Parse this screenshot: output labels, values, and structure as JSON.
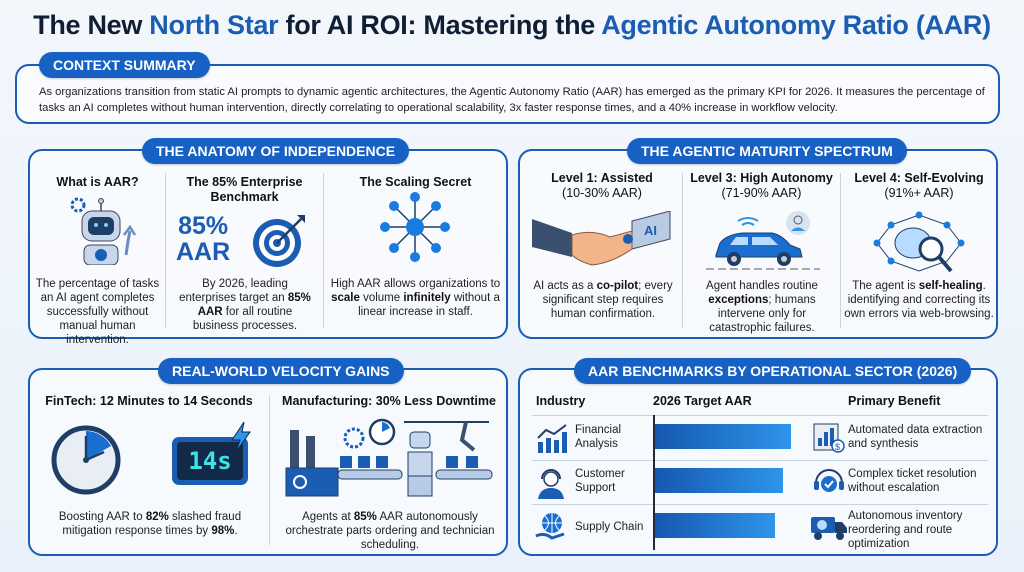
{
  "title": {
    "part1": "The New ",
    "highlight1": "North Star",
    "part2": " for AI ROI: Mastering the ",
    "highlight2": "Agentic Autonomy Ratio (AAR)"
  },
  "context_summary": {
    "label": "CONTEXT SUMMARY",
    "text": "As organizations transition from static AI prompts to dynamic agentic architectures, the Agentic Autonomy Ratio (AAR) has emerged as the primary KPI for 2026. It measures the percentage of tasks an AI completes without human intervention, directly correlating to operational scalability, 3x faster response times, and a 40% increase in workflow velocity."
  },
  "anatomy": {
    "label": "THE ANATOMY OF INDEPENDENCE",
    "cols": [
      {
        "title": "What is AAR?",
        "icon": "robot-icon",
        "desc_pre": "The percentage of tasks an AI agent completes successfully without manual human intervention.",
        "desc_bold": "",
        "desc_post": ""
      },
      {
        "title": "The 85% Enterprise Benchmark",
        "big_value": "85%",
        "big_label": "AAR",
        "icon": "target-icon",
        "desc_pre": "By 2026, leading enterprises target an ",
        "desc_bold": "85% AAR",
        "desc_post": " for all routine business processes."
      },
      {
        "title": "The Scaling Secret",
        "icon": "network-hub-icon",
        "desc_pre": "High AAR allows organizations to ",
        "desc_bold": "scale",
        "desc_mid": " volume ",
        "desc_bold2": "infinitely",
        "desc_post": " without a linear increase in staff."
      }
    ]
  },
  "maturity": {
    "label": "THE AGENTIC MATURITY SPECTRUM",
    "cols": [
      {
        "title": "Level 1: Assisted",
        "range": "(10-30% AAR)",
        "icon": "handshake-icon",
        "icon_text": "AI",
        "desc_pre": "AI acts as a ",
        "desc_bold": "co-pilot",
        "desc_post": "; every significant step requires human confirmation."
      },
      {
        "title": "Level 3: High Autonomy",
        "range": "(71-90% AAR)",
        "icon": "autonomous-car-icon",
        "desc_pre": "Agent handles routine ",
        "desc_bold": "exceptions",
        "desc_post": "; humans intervene only for catastrophic failures."
      },
      {
        "title": "Level 4: Self-Evolving",
        "range": "(91%+ AAR)",
        "icon": "brain-search-icon",
        "desc_pre": "The agent is ",
        "desc_bold": "self-healing",
        "desc_post": ". identifying and correcting its own errors via web-browsing."
      }
    ]
  },
  "velocity": {
    "label": "REAL-WORLD VELOCITY GAINS",
    "cols": [
      {
        "title": "FinTech: 12 Minutes to 14 Seconds",
        "display": "14s",
        "desc_pre": "Boosting AAR to ",
        "desc_bold": "82%",
        "desc_mid": " slashed fraud mitigation response times by ",
        "desc_bold2": "98%",
        "desc_post": "."
      },
      {
        "title": "Manufacturing: 30% Less Downtime",
        "desc_pre": "Agents at ",
        "desc_bold": "85%",
        "desc_post": " AAR autonomously orchestrate parts ordering and technician scheduling."
      }
    ]
  },
  "benchmarks": {
    "label": "AAR BENCHMARKS BY OPERATIONAL SECTOR (2026)",
    "headers": [
      "Industry",
      "2026 Target AAR",
      "Primary Benefit"
    ],
    "rows": [
      {
        "industry": "Financial Analysis",
        "icon": "growth-chart-icon",
        "bar_pct": 100,
        "benefit": "Automated data extraction and synthesis",
        "benefit_icon": "finance-report-icon"
      },
      {
        "industry": "Customer Support",
        "icon": "support-agent-icon",
        "bar_pct": 94,
        "benefit": "Complex ticket resolution without escalation",
        "benefit_icon": "headset-check-icon"
      },
      {
        "industry": "Supply Chain",
        "icon": "globe-hand-icon",
        "bar_pct": 88,
        "benefit": "Autonomous inventory reordering and route optimization",
        "benefit_icon": "delivery-truck-icon"
      }
    ]
  },
  "colors": {
    "accent": "#1761c4",
    "dark": "#0f1e33",
    "bar_start": "#1557b0",
    "bar_end": "#2e95ea"
  }
}
